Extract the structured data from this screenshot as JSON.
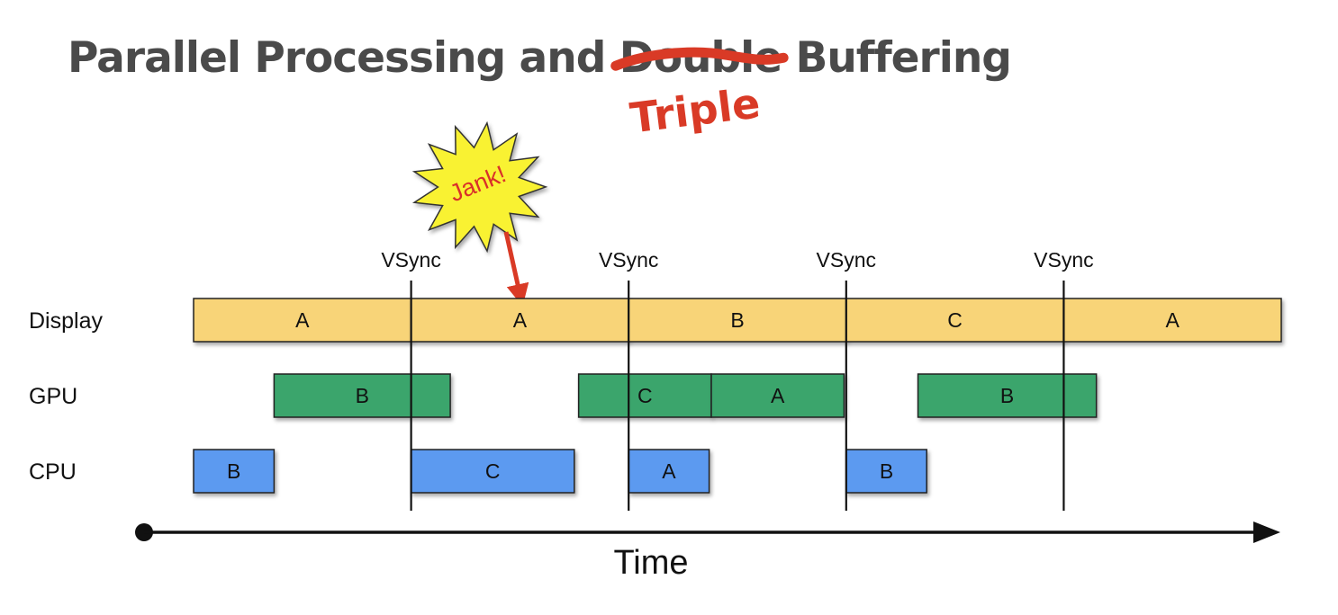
{
  "slide": {
    "title_before": "Parallel Processing and ",
    "title_struck": "Double",
    "title_after": " Buffering",
    "handwritten_correction": "Triple"
  },
  "callout": {
    "label": "Jank!"
  },
  "timeline": {
    "vsync_label": "VSync",
    "axis_label": "Time",
    "colors": {
      "display": "#f8d478",
      "gpu": "#3aa56c",
      "cpu": "#5b9af0",
      "correction": "#d93a26",
      "title": "#4a4a4a"
    },
    "rows": [
      {
        "key": "display",
        "label": "Display",
        "color": "#f8d478",
        "blocks": [
          {
            "label": "A",
            "start": 0,
            "end": 1
          },
          {
            "label": "A",
            "start": 1,
            "end": 2
          },
          {
            "label": "B",
            "start": 2,
            "end": 3
          },
          {
            "label": "C",
            "start": 3,
            "end": 4
          },
          {
            "label": "A",
            "start": 4,
            "end": 5
          }
        ]
      },
      {
        "key": "gpu",
        "label": "GPU",
        "color": "#3aa56c",
        "blocks": [
          {
            "label": "B",
            "start": 0.37,
            "end": 1.18
          },
          {
            "label": "C",
            "start": 1.77,
            "end": 2.38
          },
          {
            "label": "A",
            "start": 2.38,
            "end": 2.99
          },
          {
            "label": "B",
            "start": 3.33,
            "end": 4.15
          }
        ]
      },
      {
        "key": "cpu",
        "label": "CPU",
        "color": "#5b9af0",
        "blocks": [
          {
            "label": "B",
            "start": 0,
            "end": 0.37
          },
          {
            "label": "C",
            "start": 1,
            "end": 1.75
          },
          {
            "label": "A",
            "start": 2,
            "end": 2.37
          },
          {
            "label": "B",
            "start": 3,
            "end": 3.37
          }
        ]
      }
    ],
    "vsyncs": [
      1,
      2,
      3,
      4
    ],
    "jank_at": 1.5
  }
}
